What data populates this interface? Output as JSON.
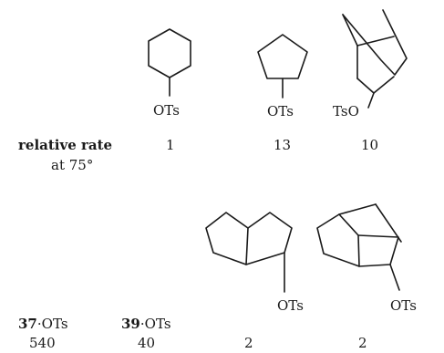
{
  "row1": {
    "caption_line1": "relative rate",
    "caption_line2": "at 75°",
    "compounds": [
      {
        "name": "cyclohexyl tosylate",
        "substituent": "OTs",
        "rate": "1"
      },
      {
        "name": "cyclopentyl tosylate",
        "substituent": "OTs",
        "rate": "13"
      },
      {
        "name": "bicyclic tosylate",
        "substituent": "TsO",
        "rate": "10"
      }
    ]
  },
  "row2": {
    "compounds": [
      {
        "number": "37",
        "suffix": "·OTs",
        "rate": "540"
      },
      {
        "number": "39",
        "suffix": "·OTs",
        "rate": "40"
      },
      {
        "name": "bicyclooctyl tosylate",
        "substituent": "OTs",
        "rate": "2"
      },
      {
        "name": "tricyclic tosylate",
        "substituent": "OTs",
        "rate": "2"
      }
    ]
  }
}
